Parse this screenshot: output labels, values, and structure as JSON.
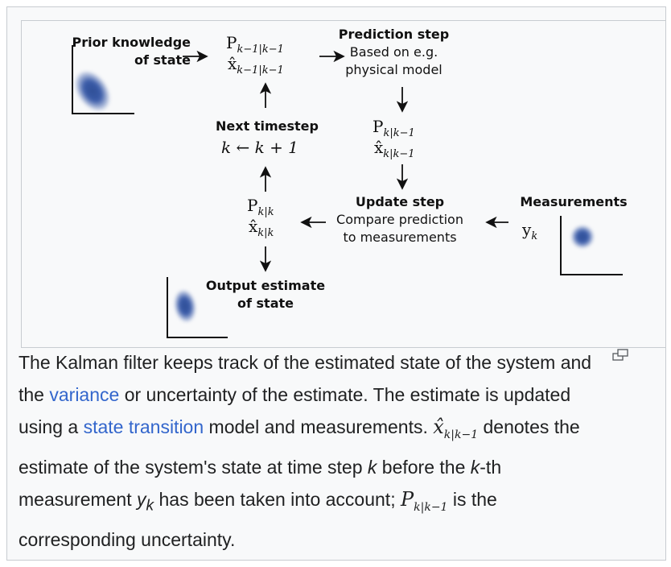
{
  "diagram": {
    "prior_label": [
      "Prior knowledge",
      "of state"
    ],
    "prev_cov": "P",
    "prev_cov_sub": "k−1|k−1",
    "prev_state": "x̂",
    "prev_state_sub": "k−1|k−1",
    "prediction_title": "Prediction step",
    "prediction_desc": [
      "Based on e.g.",
      "physical model"
    ],
    "pred_cov": "P",
    "pred_cov_sub": "k|k−1",
    "pred_state": "x̂",
    "pred_state_sub": "k|k−1",
    "next_title": "Next timestep",
    "next_formula": "k ← k + 1",
    "update_title": "Update step",
    "update_desc": [
      "Compare prediction",
      "to measurements"
    ],
    "measurements_title": "Measurements",
    "measurement_var": "y",
    "measurement_sub": "k",
    "post_cov": "P",
    "post_cov_sub": "k|k",
    "post_state": "x̂",
    "post_state_sub": "k|k",
    "output_label": [
      "Output estimate",
      "of state"
    ]
  },
  "caption": {
    "t1": "The Kalman filter keeps track of the estimated state of the system and the ",
    "link1": "variance",
    "t2": " or uncertainty of the estimate. The estimate is updated using a ",
    "link2": "state transition",
    "t3": " model and measurements. ",
    "m1": "x̂",
    "m1_sub": "k|k−1",
    "t4": " denotes the estimate of the system's state at time step ",
    "k1": "k",
    "t5": " before the ",
    "k2": "k",
    "t6": "-th measurement ",
    "y": "y",
    "y_sub": "k",
    "t7": " has been taken into account; ",
    "m2": "P",
    "m2_sub": "k|k−1",
    "t8": " is the corresponding uncertainty."
  },
  "enlarge_icon": "enlarge-icon",
  "colors": {
    "link": "#3366cc",
    "blob": "#2f4f96"
  }
}
